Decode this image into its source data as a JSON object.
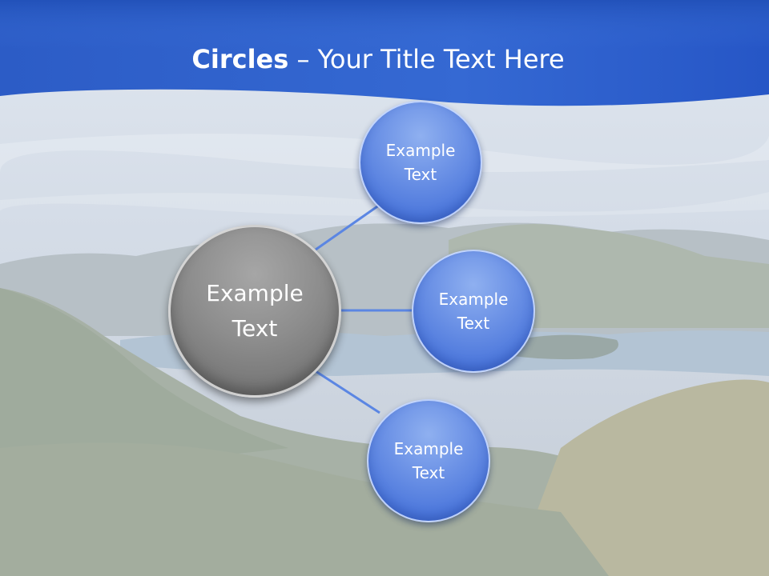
{
  "title": {
    "bold": "Circles",
    "rest": " – Your Title Text Here"
  },
  "center_node": {
    "label": "Example\nText",
    "color": "#8a8a8a"
  },
  "nodes": [
    {
      "label": "Example\nText",
      "color": "#5b82e0"
    },
    {
      "label": "Example\nText",
      "color": "#5b82e0"
    },
    {
      "label": "Example\nText",
      "color": "#5b82e0"
    }
  ],
  "colors": {
    "header": "#2d5fc9",
    "connector": "#4f7fe0"
  }
}
